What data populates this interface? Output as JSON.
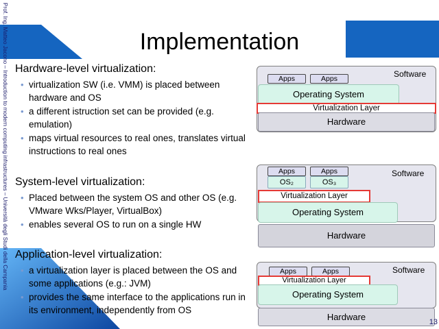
{
  "side_text": "Prof. Ing. Matteo Jacono – Introduction to modern computing infrastructures – Università degli Studi della Campania",
  "title": "Implementation",
  "sections": [
    {
      "heading": "Hardware-level virtualization:",
      "bullets": [
        "virtualization SW (i.e. VMM) is placed between hardware and OS",
        "a different istruction set can be provided (e.g. emulation)",
        "maps virtual resources to real ones, translates virtual instructions to real ones"
      ]
    },
    {
      "heading": "System-level virtualization:",
      "bullets": [
        "Placed between the system OS and other OS (e.g. VMware Wks/Player, VirtualBox)",
        "enables several OS to run on a single HW"
      ]
    },
    {
      "heading": "Application-level virtualization:",
      "bullets": [
        "a virtualization layer is placed between the OS and some applications (e.g.: JVM)",
        "provides the same interface to the applications run in its environment, independently from OS"
      ]
    }
  ],
  "diagram1": {
    "software": "Software",
    "apps": [
      "Apps",
      "Apps"
    ],
    "os": "Operating System",
    "virt": "Virtualization Layer",
    "hw": "Hardware"
  },
  "diagram2": {
    "software": "Software",
    "apps": [
      "Apps",
      "Apps"
    ],
    "guest_os": [
      "OS₂",
      "OS₃"
    ],
    "virt": "Virtualization Layer",
    "os": "Operating System",
    "hw": "Hardware"
  },
  "diagram3": {
    "software": "Software",
    "apps": [
      "Apps",
      "Apps"
    ],
    "virt": "Virtualization Layer",
    "os": "Operating System",
    "hw": "Hardware"
  },
  "page_number": "13",
  "colors": {
    "accent_blue": "#1565c0",
    "virt_border": "#e53935",
    "os_fill": "#d7f5ea"
  }
}
